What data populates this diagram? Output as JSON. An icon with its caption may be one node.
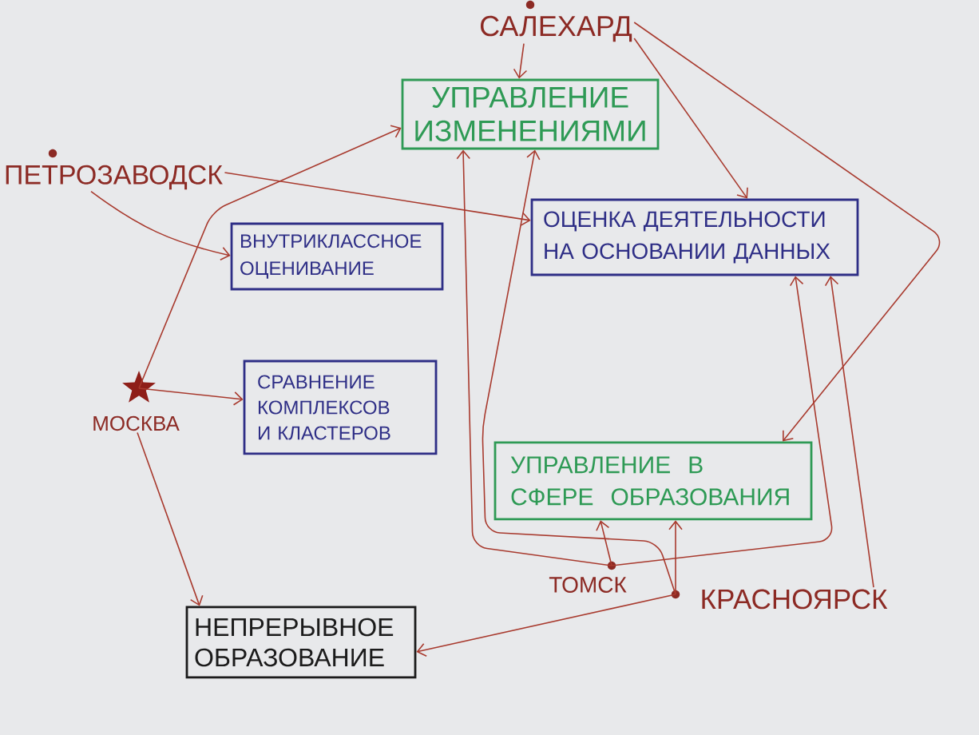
{
  "diagram": {
    "nodes": [
      {
        "text": [
          "САЛЕХАРД"
        ]
      },
      {
        "text": [
          "УПРАВЛЕНИЕ ИЗМЕНЕНИЯМИ"
        ]
      },
      {
        "text": [
          "ПЕТРОЗАВОДСК"
        ]
      },
      {
        "text": [
          "ОЦЕНКА ДЕЯТЕЛЬНОСТИ НА ОСНОВАНИИ ДАННЫХ"
        ]
      },
      {
        "text": [
          "ВНУТРИКЛАССНОЕ ОЦЕНИВАНИЕ"
        ]
      },
      {
        "text": [
          "МОСКВА"
        ]
      },
      {
        "text": [
          "СРАВНЕНИЕ КОМПЛЕКСОВ И КЛАСТЕРОВ"
        ]
      },
      {
        "text": [
          "УПРАВЛЕНИЕ В СФЕРЕ ОБРАЗОВАНИЯ"
        ]
      },
      {
        "text": [
          "ТОМСК"
        ]
      },
      {
        "text": [
          "КРАСНОЯРСК"
        ]
      },
      {
        "text": [
          "НЕПРЕРЫВНОЕ ОБРАЗОВАНИЕ"
        ]
      }
    ],
    "edges": [
      {
        "from": 0,
        "to": 1,
        "arrow": "to"
      },
      {
        "from": 0,
        "to": 7,
        "arrow": "to"
      },
      {
        "from": 0,
        "to": 3,
        "arrow": "to"
      },
      {
        "from": 2,
        "to": 4,
        "arrow": "to"
      },
      {
        "from": 2,
        "to": 3,
        "arrow": "to"
      },
      {
        "from": 5,
        "to": 1,
        "arrow": "to"
      },
      {
        "from": 5,
        "to": 6,
        "arrow": "to"
      },
      {
        "from": 5,
        "to": 10,
        "arrow": "to"
      },
      {
        "from": 8,
        "to": 1,
        "arrow": "to"
      },
      {
        "from": 8,
        "to": 7,
        "arrow": "to"
      },
      {
        "from": 8,
        "to": 3,
        "arrow": "to"
      },
      {
        "from": 9,
        "to": 7,
        "arrow": "to"
      },
      {
        "from": 9,
        "to": 1,
        "arrow": "to"
      },
      {
        "from": 9,
        "to": 10,
        "arrow": "to"
      },
      {
        "from": 9,
        "to": 3,
        "arrow": "to"
      }
    ]
  }
}
